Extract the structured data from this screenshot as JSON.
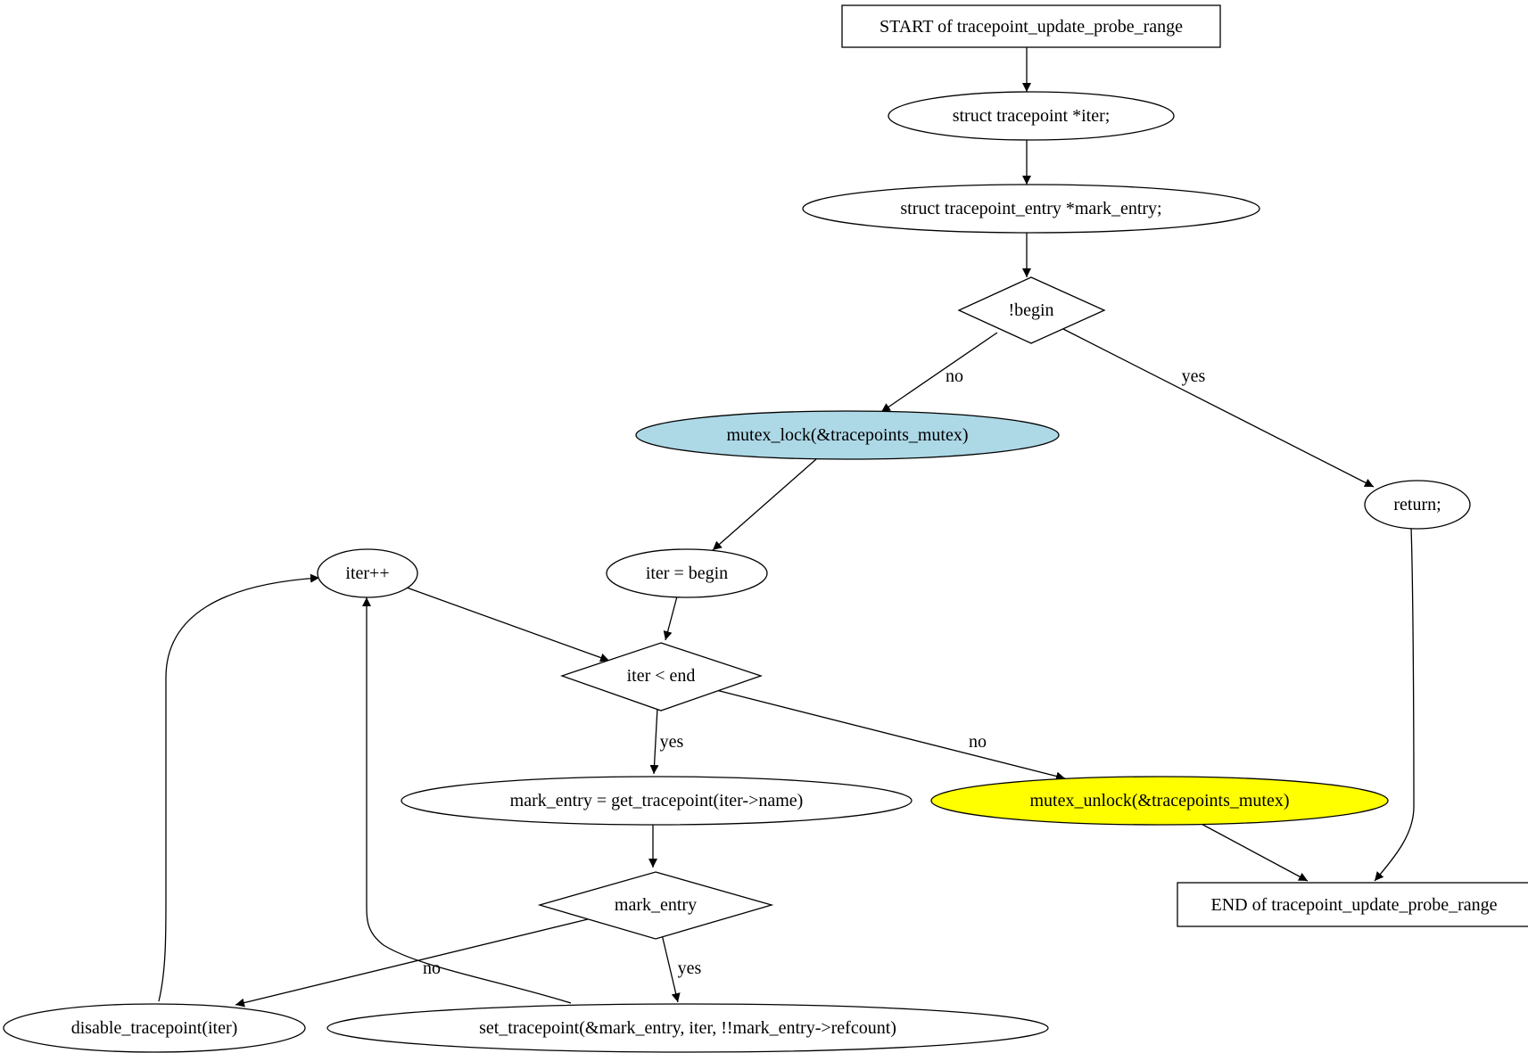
{
  "nodes": {
    "start": "START of tracepoint_update_probe_range",
    "decl_iter": "struct tracepoint *iter;",
    "decl_mark": "struct tracepoint_entry *mark_entry;",
    "cond_begin": "!begin",
    "lock": "mutex_lock(&tracepoints_mutex)",
    "ret": "return;",
    "iter_inc": "iter++",
    "iter_init": "iter = begin",
    "cond_loop": "iter < end",
    "get_entry": "mark_entry = get_tracepoint(iter->name)",
    "unlock": "mutex_unlock(&tracepoints_mutex)",
    "cond_mark": "mark_entry",
    "end": "END of tracepoint_update_probe_range",
    "disable": "disable_tracepoint(iter)",
    "set": "set_tracepoint(&mark_entry, iter, !!mark_entry->refcount)"
  },
  "edge_labels": {
    "begin_no": "no",
    "begin_yes": "yes",
    "loop_yes": "yes",
    "loop_no": "no",
    "mark_no": "no",
    "mark_yes": "yes"
  },
  "colors": {
    "lock_fill": "#add8e6",
    "unlock_fill": "#ffff00",
    "default_fill": "#ffffff",
    "stroke": "#000000"
  }
}
